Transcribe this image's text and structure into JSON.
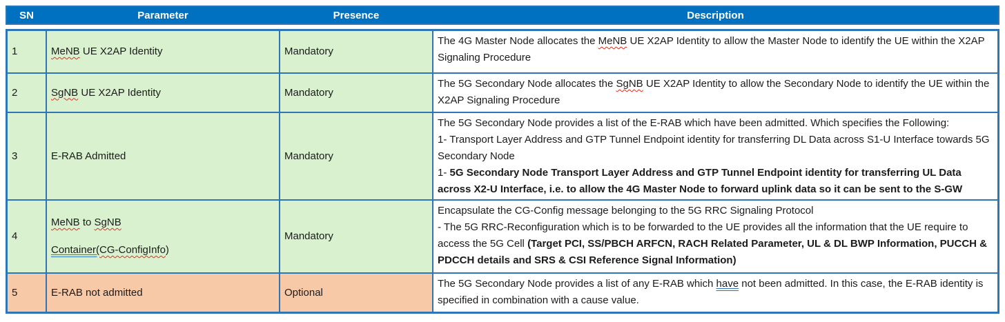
{
  "table": {
    "columns": [
      {
        "label": "SN"
      },
      {
        "label": "Parameter"
      },
      {
        "label": "Presence"
      },
      {
        "label": "Description"
      }
    ],
    "colors": {
      "header_bg": "#0071C1",
      "header_text": "#FFFFFF",
      "border": "#2E75B6",
      "row_green_bg": "#D9F1CF",
      "row_orange_bg": "#F7C9A7",
      "body_text": "#1B1B1B",
      "spellcheck_wavy": "#E8291D",
      "grammar_double": "#2E75B6"
    },
    "rows": [
      {
        "sn": "1",
        "tone": "green",
        "parameter": [
          [
            {
              "t": "MeNB",
              "u": "wavy"
            },
            {
              "t": " UE X2AP Identity"
            }
          ]
        ],
        "presence": "Mandatory",
        "description": [
          [
            {
              "t": "The 4G Master Node allocates the "
            },
            {
              "t": "MeNB",
              "u": "wavy"
            },
            {
              "t": " UE X2AP Identity to allow the Master Node to identify the UE within the X2AP Signaling Procedure"
            }
          ]
        ]
      },
      {
        "sn": "2",
        "tone": "green",
        "parameter": [
          [
            {
              "t": "SgNB",
              "u": "wavy"
            },
            {
              "t": " UE X2AP Identity"
            }
          ]
        ],
        "presence": "Mandatory",
        "description": [
          [
            {
              "t": "The 5G Secondary Node allocates the "
            },
            {
              "t": "SgNB",
              "u": "wavy"
            },
            {
              "t": " UE X2AP Identity to allow the Secondary Node to identify the UE within the X2AP Signaling Procedure"
            }
          ]
        ]
      },
      {
        "sn": "3",
        "tone": "green",
        "parameter": [
          [
            {
              "t": "E-RAB Admitted"
            }
          ]
        ],
        "presence": "Mandatory",
        "description": [
          [
            {
              "t": "The 5G Secondary Node provides a list of the E-RAB which have been admitted. Which specifies the Following:"
            }
          ],
          [
            {
              "t": "1- Transport Layer Address and GTP Tunnel Endpoint identity for transferring DL Data across S1-U Interface towards 5G Secondary Node"
            }
          ],
          [
            {
              "t": "1- "
            },
            {
              "t": "5G Secondary Node Transport Layer Address and GTP Tunnel Endpoint identity for transferring UL Data across X2-U Interface, i.e. to allow the 4G Master Node to forward uplink data so it can be sent to the S-GW",
              "b": true
            }
          ]
        ]
      },
      {
        "sn": "4",
        "tone": "green",
        "parameter": [
          [
            {
              "t": "MeNB",
              "u": "wavy"
            },
            {
              "t": " to "
            },
            {
              "t": "SgNB",
              "u": "wavy"
            }
          ],
          [
            {
              "t": "Container(",
              "u": "double"
            },
            {
              "t": "CG-ConfigInfo",
              "u": "wavy"
            },
            {
              "t": ")"
            }
          ]
        ],
        "presence": "Mandatory",
        "description": [
          [
            {
              "t": "Encapsulate the CG-Config message belonging to the 5G RRC Signaling Protocol"
            }
          ],
          [
            {
              "t": "- The 5G RRC-Reconfiguration which is to be forwarded to the UE provides all the information that the UE require to access the 5G Cell "
            },
            {
              "t": "(Target PCI, SS/PBCH ARFCN, RACH Related Parameter, UL & DL BWP Information, PUCCH & PDCCH details and SRS & CSI Reference Signal Information)",
              "b": true
            }
          ]
        ]
      },
      {
        "sn": "5",
        "tone": "orange",
        "parameter": [
          [
            {
              "t": "E-RAB not admitted"
            }
          ]
        ],
        "presence": "Optional",
        "description": [
          [
            {
              "t": "The 5G Secondary Node provides a list of any E-RAB which "
            },
            {
              "t": "have",
              "u": "double"
            },
            {
              "t": " not been admitted. In this case, the E-RAB identity is specified in combination with a cause value."
            }
          ]
        ]
      }
    ]
  }
}
